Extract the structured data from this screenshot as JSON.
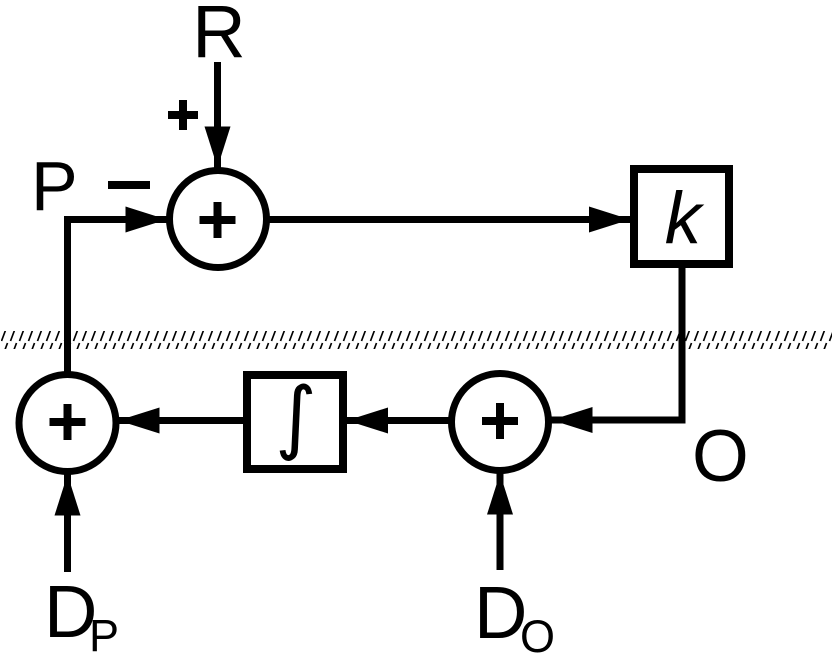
{
  "diagram": {
    "type": "block-diagram",
    "colors": {
      "ink": "#000000",
      "background": "#ffffff"
    },
    "labels": {
      "r": "R",
      "p": "P",
      "o": "O",
      "k": "k",
      "integral": "∫",
      "dp_base": "D",
      "dp_sub": "P",
      "do_base": "D",
      "do_sub": "O"
    },
    "signs": {
      "r_input": "+",
      "p_feedback": "−",
      "sum_top": "+",
      "sum_left": "+",
      "sum_right": "+"
    },
    "structure": {
      "nodes": [
        {
          "id": "sum_top",
          "kind": "summing-junction",
          "symbol": "+"
        },
        {
          "id": "gain",
          "kind": "block",
          "symbol": "k"
        },
        {
          "id": "sum_right",
          "kind": "summing-junction",
          "symbol": "+"
        },
        {
          "id": "integrator",
          "kind": "block",
          "symbol": "∫"
        },
        {
          "id": "sum_left",
          "kind": "summing-junction",
          "symbol": "+"
        },
        {
          "id": "boundary",
          "kind": "hatched-divider"
        }
      ],
      "edges": [
        {
          "from": "R",
          "to": "sum_top",
          "sign": "+"
        },
        {
          "from": "sum_top",
          "to": "gain",
          "sign": ""
        },
        {
          "from": "gain",
          "to": "sum_right",
          "sign": "",
          "label": "O"
        },
        {
          "from": "D_O",
          "to": "sum_right",
          "sign": ""
        },
        {
          "from": "sum_right",
          "to": "integrator",
          "sign": ""
        },
        {
          "from": "integrator",
          "to": "sum_left",
          "sign": ""
        },
        {
          "from": "D_P",
          "to": "sum_left",
          "sign": ""
        },
        {
          "from": "sum_left",
          "to": "sum_top",
          "sign": "−",
          "label": "P"
        }
      ]
    }
  }
}
